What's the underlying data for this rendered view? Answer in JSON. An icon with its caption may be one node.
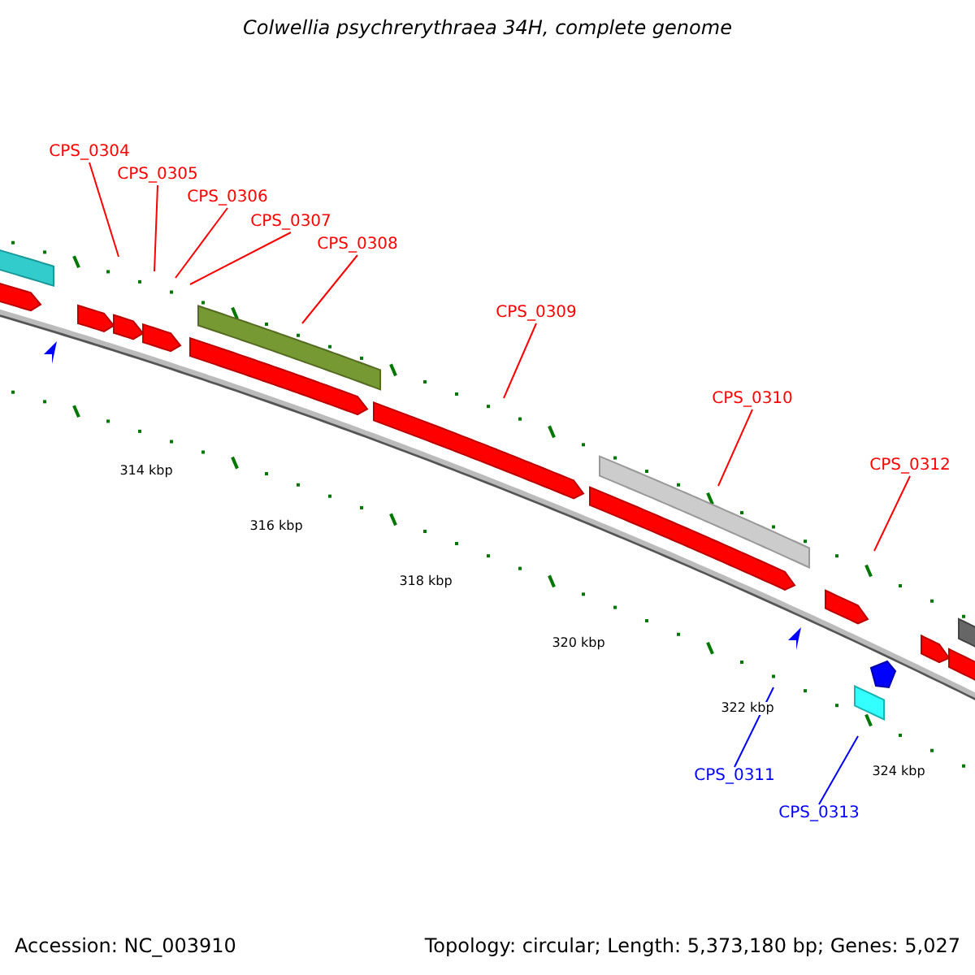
{
  "diagram": {
    "title": "Colwellia psychrerythraea 34H, complete genome",
    "nodes": [
      {
        "text": [
          "CPS_0304"
        ]
      },
      {
        "text": [
          "CPS_0305"
        ]
      },
      {
        "text": [
          "CPS_0306"
        ]
      },
      {
        "text": [
          "CPS_0307"
        ]
      },
      {
        "text": [
          "CPS_0308"
        ]
      },
      {
        "text": [
          "CPS_0309"
        ]
      },
      {
        "text": [
          "CPS_0310"
        ]
      },
      {
        "text": [
          "CPS_0312"
        ]
      },
      {
        "text": [
          "CPS_0311"
        ]
      },
      {
        "text": [
          "CPS_0313"
        ]
      }
    ],
    "edges": [
      {
        "from": 0,
        "to": null,
        "arrow": "none"
      },
      {
        "from": 1,
        "to": null,
        "arrow": "none"
      },
      {
        "from": 2,
        "to": null,
        "arrow": "none"
      },
      {
        "from": 3,
        "to": null,
        "arrow": "none"
      },
      {
        "from": 4,
        "to": null,
        "arrow": "none"
      },
      {
        "from": 5,
        "to": null,
        "arrow": "none"
      },
      {
        "from": 6,
        "to": null,
        "arrow": "none"
      },
      {
        "from": 7,
        "to": null,
        "arrow": "none"
      },
      {
        "from": 8,
        "to": null,
        "arrow": "none",
        "color": "#0000ff"
      },
      {
        "from": 9,
        "to": null,
        "arrow": "none",
        "color": "#0000ff"
      }
    ],
    "labels": [
      "314 kbp",
      "316 kbp",
      "318 kbp",
      "320 kbp",
      "322 kbp",
      "324 kbp",
      "Accession: NC_003910",
      "Topology: circular; Length: 5,373,180 bp; Genes: 5,027"
    ]
  }
}
